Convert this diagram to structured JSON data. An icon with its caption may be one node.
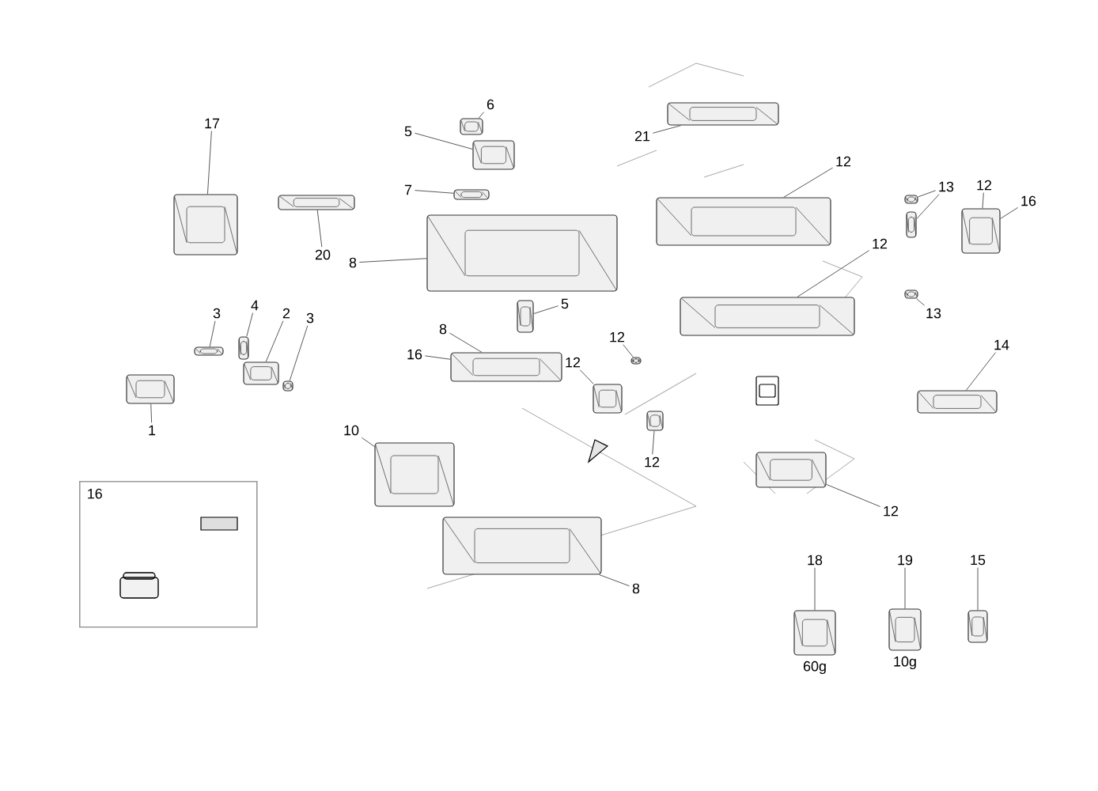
{
  "diagram": {
    "nodes": [
      {
        "text": [
          "17"
        ]
      },
      {
        "text": [],
        "shape": "picture"
      },
      {
        "text": [
          "20"
        ]
      },
      {
        "text": [],
        "shape": "picture"
      },
      {
        "text": [
          "5"
        ]
      },
      {
        "text": [],
        "shape": "picture"
      },
      {
        "text": [
          "6"
        ]
      },
      {
        "text": [],
        "shape": "picture"
      },
      {
        "text": [
          "7"
        ]
      },
      {
        "text": [],
        "shape": "picture"
      },
      {
        "text": [
          "8"
        ]
      },
      {
        "text": [],
        "shape": "picture"
      },
      {
        "text": [
          "3"
        ]
      },
      {
        "text": [],
        "shape": "picture"
      },
      {
        "text": [
          "4"
        ]
      },
      {
        "text": [],
        "shape": "picture"
      },
      {
        "text": [
          "2"
        ]
      },
      {
        "text": [],
        "shape": "picture"
      },
      {
        "text": [
          "3"
        ]
      },
      {
        "text": [],
        "shape": "picture"
      },
      {
        "text": [
          "1"
        ]
      },
      {
        "text": [],
        "shape": "picture"
      },
      {
        "text": [
          "5"
        ]
      },
      {
        "text": [],
        "shape": "picture"
      },
      {
        "text": [
          "8"
        ]
      },
      {
        "text": [],
        "shape": "picture"
      },
      {
        "text": [
          "16"
        ]
      },
      {
        "text": [
          "21"
        ]
      },
      {
        "text": [],
        "shape": "picture"
      },
      {
        "text": [
          "12"
        ]
      },
      {
        "text": [],
        "shape": "picture"
      },
      {
        "text": [
          "12"
        ]
      },
      {
        "text": [],
        "shape": "picture"
      },
      {
        "text": [
          "13"
        ]
      },
      {
        "text": [],
        "shape": "picture"
      },
      {
        "text": [],
        "shape": "picture"
      },
      {
        "text": [
          "12"
        ]
      },
      {
        "text": [],
        "shape": "picture"
      },
      {
        "text": [
          "16"
        ]
      },
      {
        "text": [
          "13"
        ]
      },
      {
        "text": [],
        "shape": "picture"
      },
      {
        "text": [
          "12"
        ]
      },
      {
        "text": [],
        "shape": "picture"
      },
      {
        "text": [
          "12"
        ]
      },
      {
        "text": [],
        "shape": "picture"
      },
      {
        "text": [
          "14"
        ]
      },
      {
        "text": [],
        "shape": "picture"
      },
      {
        "text": [
          "12"
        ]
      },
      {
        "text": [],
        "shape": "picture"
      },
      {
        "text": [
          "12"
        ]
      },
      {
        "text": [],
        "shape": "picture"
      },
      {
        "text": [
          "10"
        ]
      },
      {
        "text": [],
        "shape": "picture"
      },
      {
        "text": [
          "16"
        ]
      },
      {
        "text": [
          "8"
        ]
      },
      {
        "text": [],
        "shape": "picture"
      },
      {
        "text": [
          "18"
        ]
      },
      {
        "text": [],
        "shape": "picture",
        "beside": [
          "60g"
        ]
      },
      {
        "text": [
          "19"
        ]
      },
      {
        "text": [],
        "shape": "picture",
        "beside": [
          "10g"
        ]
      },
      {
        "text": [
          "15"
        ]
      },
      {
        "text": [],
        "shape": "picture"
      }
    ],
    "edges": [
      {
        "from": 0,
        "to": 1,
        "arrow": "none"
      },
      {
        "from": 2,
        "to": 3,
        "arrow": "none"
      },
      {
        "from": 4,
        "to": 5,
        "arrow": "none"
      },
      {
        "from": 6,
        "to": 7,
        "arrow": "none"
      },
      {
        "from": 8,
        "to": 9,
        "arrow": "none"
      },
      {
        "from": 10,
        "to": 11,
        "arrow": "none"
      },
      {
        "from": 12,
        "to": 13,
        "arrow": "none"
      },
      {
        "from": 14,
        "to": 15,
        "arrow": "none"
      },
      {
        "from": 16,
        "to": 17,
        "arrow": "none"
      },
      {
        "from": 18,
        "to": 19,
        "arrow": "none"
      },
      {
        "from": 20,
        "to": 21,
        "arrow": "none"
      },
      {
        "from": 22,
        "to": 23,
        "arrow": "none"
      },
      {
        "from": 24,
        "to": 25,
        "arrow": "none"
      },
      {
        "from": 26,
        "to": 25,
        "arrow": "none"
      },
      {
        "from": 27,
        "to": 28,
        "arrow": "none"
      },
      {
        "from": 29,
        "to": 30,
        "arrow": "none"
      },
      {
        "from": 31,
        "to": 32,
        "arrow": "none"
      },
      {
        "from": 33,
        "to": 34,
        "arrow": "none"
      },
      {
        "from": 33,
        "to": 35,
        "arrow": "none"
      },
      {
        "from": 36,
        "to": 37,
        "arrow": "none"
      },
      {
        "from": 38,
        "to": 37,
        "arrow": "none"
      },
      {
        "from": 39,
        "to": 40,
        "arrow": "none"
      },
      {
        "from": 41,
        "to": 42,
        "arrow": "none"
      },
      {
        "from": 43,
        "to": 44,
        "arrow": "none"
      },
      {
        "from": 45,
        "to": 46,
        "arrow": "none"
      },
      {
        "from": 47,
        "to": 48,
        "arrow": "none"
      },
      {
        "from": 49,
        "to": 50,
        "arrow": "none"
      },
      {
        "from": 51,
        "to": 52,
        "arrow": "none"
      },
      {
        "from": 54,
        "to": 55,
        "arrow": "none"
      },
      {
        "from": 56,
        "to": 57,
        "arrow": "none"
      },
      {
        "from": 58,
        "to": 59,
        "arrow": "none"
      },
      {
        "from": 60,
        "to": 61,
        "arrow": "none"
      }
    ]
  }
}
